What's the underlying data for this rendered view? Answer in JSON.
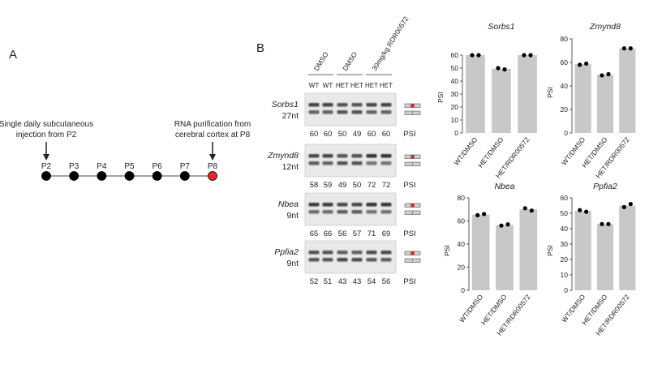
{
  "panel_a": {
    "letter": "A",
    "injection_text": [
      "Single daily subcutaneous",
      "injection from P2"
    ],
    "purification_text": [
      "RNA purification from",
      "cerebral cortex at P8"
    ],
    "stages": [
      "P2",
      "P3",
      "P4",
      "P5",
      "P6",
      "P7",
      "P8"
    ],
    "colors": {
      "node": "#000000",
      "final_node": "#e8252b"
    }
  },
  "panel_b": {
    "letter": "B",
    "treatments": [
      "DMSO",
      "DMSO",
      "30mg/kg RDR00572"
    ],
    "lane_labels": [
      "WT",
      "WT",
      "HET",
      "HET",
      "HET",
      "HET"
    ],
    "psi_label": "PSI",
    "colors": {
      "exon": "#d0d0d0",
      "included_exon": "#d9262b",
      "gel": "#e9e9e9"
    },
    "gels": [
      {
        "gene": "Sorbs1",
        "size": "27nt",
        "psi": [
          60,
          60,
          50,
          49,
          60,
          60
        ]
      },
      {
        "gene": "Zmynd8",
        "size": "12nt",
        "psi": [
          58,
          59,
          49,
          50,
          72,
          72
        ]
      },
      {
        "gene": "Nbea",
        "size": "9nt",
        "psi": [
          65,
          66,
          56,
          57,
          71,
          69
        ]
      },
      {
        "gene": "Ppfia2",
        "size": "9nt",
        "psi": [
          52,
          51,
          43,
          43,
          54,
          56
        ]
      }
    ]
  },
  "chart_data": [
    {
      "type": "bar",
      "title": "Sorbs1",
      "ylabel": "PSI",
      "categories": [
        "WT/DMSO",
        "HET/DMSO",
        "HET/RDR00572"
      ],
      "values": [
        60,
        49.5,
        60
      ],
      "points": [
        [
          60,
          60
        ],
        [
          50,
          49
        ],
        [
          60,
          60
        ]
      ],
      "ylim": [
        0,
        65
      ],
      "yticks": [
        0,
        10,
        20,
        30,
        40,
        50,
        60
      ],
      "bar_color": "#c8c8c8"
    },
    {
      "type": "bar",
      "title": "Zmynd8",
      "ylabel": "PSI",
      "categories": [
        "WT/DMSO",
        "HET/DMSO",
        "HET/RDR00572"
      ],
      "values": [
        58.5,
        49.5,
        72
      ],
      "points": [
        [
          58,
          59
        ],
        [
          49,
          50
        ],
        [
          72,
          72
        ]
      ],
      "ylim": [
        0,
        80
      ],
      "yticks": [
        0,
        20,
        40,
        60,
        80
      ],
      "bar_color": "#c8c8c8"
    },
    {
      "type": "bar",
      "title": "Nbea",
      "ylabel": "PSI",
      "categories": [
        "WT/DMSO",
        "HET/DMSO",
        "HET/RDR00572"
      ],
      "values": [
        65.5,
        56.5,
        70
      ],
      "points": [
        [
          65,
          66
        ],
        [
          56,
          57
        ],
        [
          71,
          69
        ]
      ],
      "ylim": [
        0,
        80
      ],
      "yticks": [
        0,
        20,
        40,
        60,
        80
      ],
      "bar_color": "#c8c8c8"
    },
    {
      "type": "bar",
      "title": "Ppfia2",
      "ylabel": "PSI",
      "categories": [
        "WT/DMSO",
        "HET/DMSO",
        "HET/RDR00572"
      ],
      "values": [
        51.5,
        43,
        55
      ],
      "points": [
        [
          52,
          51
        ],
        [
          43,
          43
        ],
        [
          54,
          56
        ]
      ],
      "ylim": [
        0,
        60
      ],
      "yticks": [
        0,
        10,
        20,
        30,
        40,
        50,
        60
      ],
      "bar_color": "#c8c8c8"
    }
  ]
}
